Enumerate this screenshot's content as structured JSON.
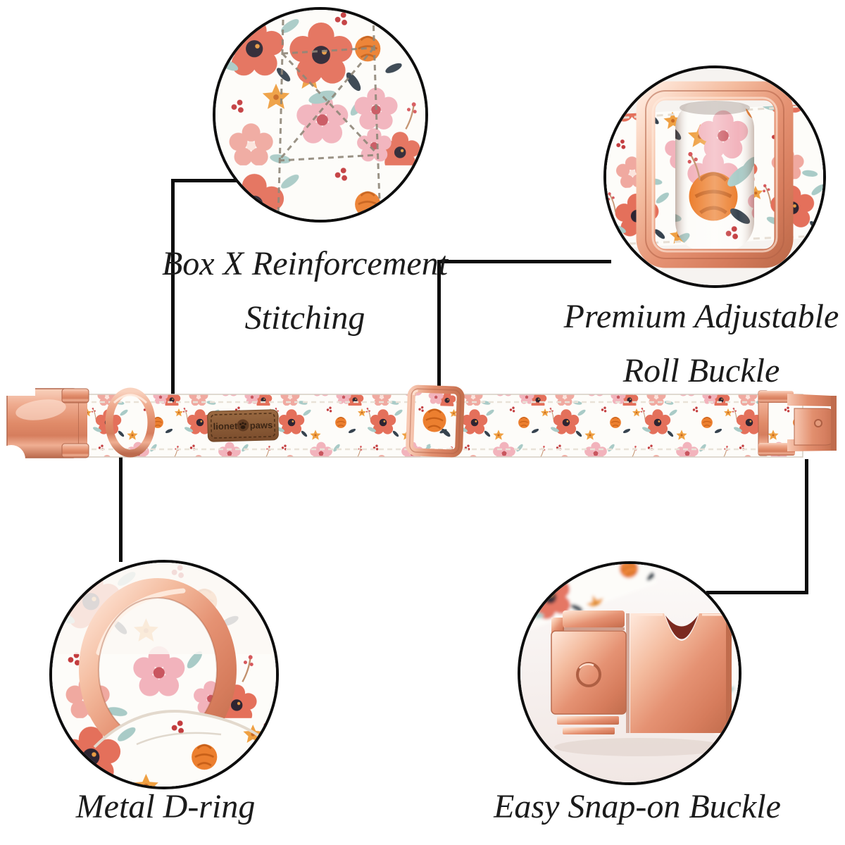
{
  "page": {
    "type": "product-feature-infographic",
    "background": "#ffffff"
  },
  "product": {
    "brand_tag": {
      "left": "lionet",
      "right": "paws"
    }
  },
  "callouts": {
    "box_x_stitching": {
      "line1": "Box X Reinforcement",
      "line2": "Stitching"
    },
    "adjustable_roll_buckle": {
      "line1": "Premium Adjustable",
      "line2": "Roll Buckle"
    },
    "metal_d_ring": {
      "label": "Metal D-ring"
    },
    "snap_on_buckle": {
      "label": "Easy Snap-on Buckle"
    }
  },
  "icons": {
    "paw_icon": "paw-print",
    "d_ring_icon": "metal-d-ring",
    "roll_buckle_icon": "adjustable-slider-buckle",
    "snap_buckle_icon": "side-release-buckle",
    "stitching_icon": "box-x-stitch"
  },
  "colors": {
    "connector_line": "#0c0c0c",
    "circle_border": "#0d0d0d",
    "label_text": "#1b1b1b",
    "rose_gold": "#e08b69",
    "rose_gold_light": "#f9d2be",
    "rose_gold_dark": "#bc6a4d",
    "coral_flower": "#e4705b",
    "pink_flower": "#f2b3bc",
    "orange_flower": "#ec7f2f",
    "yellow_star_flower": "#efa042",
    "teal_leaf": "#a9cbc7",
    "dark_leaf": "#36434f",
    "berry_red": "#c33c3e",
    "leather_tag": "#8a5a3b",
    "fabric_base": "#fdfcf9",
    "stitch_thread": "#8a8172"
  }
}
